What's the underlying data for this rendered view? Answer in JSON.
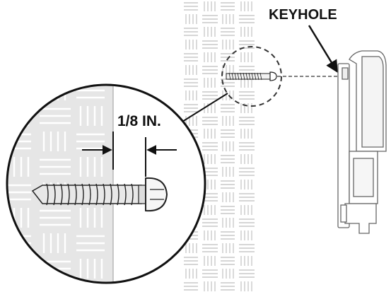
{
  "labels": {
    "keyhole": "KEYHOLE",
    "clearance": "1/8 IN."
  },
  "icons": [
    "wall-pattern",
    "screw-icon",
    "device-housing-icon",
    "magnifier-circle"
  ],
  "colors": {
    "ink": "#111111",
    "wall_line": "#c7c7c7",
    "wall_fill_zoom": "#e6e6e6",
    "device_fill": "#ffffff",
    "device_stroke": "#6a6a6a",
    "screw_fill": "#e8e8e8"
  }
}
